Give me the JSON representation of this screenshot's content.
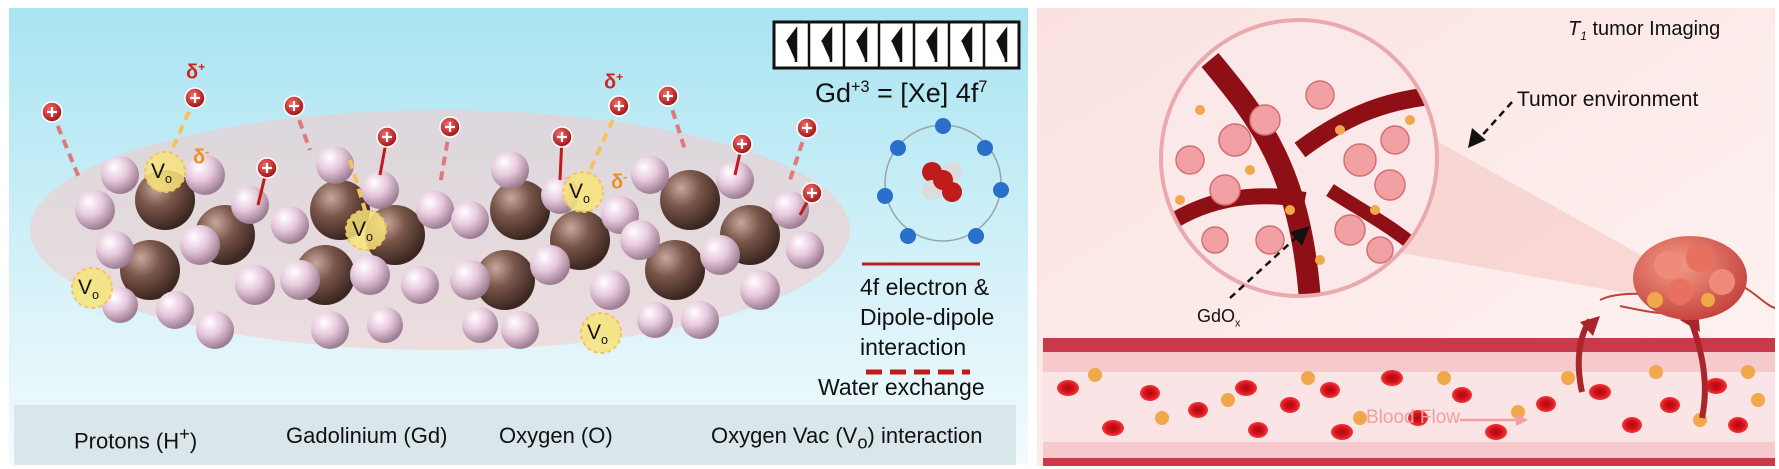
{
  "left_panel": {
    "formula": "Gd<sup>+3</sup> = [Xe] 4f<sup>7</sup>",
    "annotation_4f": "4f electron &amp;<br>Dipole-dipole<br>interaction",
    "annotation_water": "Water exchange",
    "vacancy_label": "V<sub>o</sub>",
    "delta_plus": "δ<sup>+</sup>",
    "delta_minus": "δ<sup>-</sup>"
  },
  "legend": {
    "protons": "Protons (H<sup>+</sup>)",
    "gadolinium": "Gadolinium (Gd)",
    "oxygen": "Oxygen (O)",
    "vacancy": "Oxygen Vac (V<sub>o</sub>) interaction"
  },
  "right_panel": {
    "title": "<i>T<sub>1</sub></i> tumor Imaging",
    "tumor_environment": "Tumor environment",
    "gdox": "GdO<sub>x</sub>",
    "blood_flow": "Blood Flow"
  },
  "colors": {
    "sky_top": "#a9e4f2",
    "gadolinium": "#6b4a3f",
    "oxygen": "#e6c8dc",
    "proton": "#c01b1b",
    "vacancy": "#f7e47a",
    "tissue_bg": "#fbe2e0",
    "blood_cell": "#d8101a",
    "nanoparticle": "#f0a84a"
  },
  "icons": {
    "spin_arrows": "up-arrow-boxes",
    "atom": "atom-icon",
    "tumor": "tumor-mass"
  }
}
